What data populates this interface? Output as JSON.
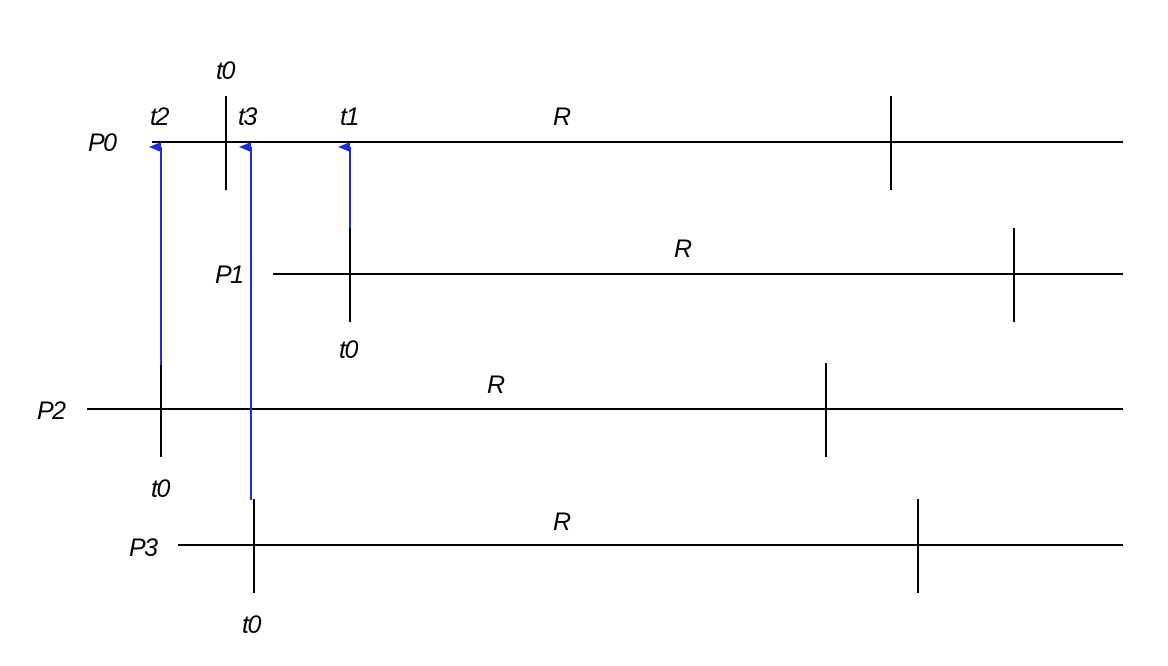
{
  "colors": {
    "line": "#000000",
    "message": "#1f2bd6",
    "background": "#ffffff"
  },
  "processes": [
    {
      "id": "p0",
      "label": "P0",
      "region_label": "R",
      "ticks": [
        {
          "id": "t0-tick",
          "label": "t0"
        },
        {
          "id": "end-tick",
          "label": ""
        }
      ]
    },
    {
      "id": "p1",
      "label": "P1",
      "region_label": "R",
      "ticks": [
        {
          "id": "t0-tick",
          "label": "t0"
        },
        {
          "id": "end-tick",
          "label": ""
        }
      ]
    },
    {
      "id": "p2",
      "label": "P2",
      "region_label": "R",
      "ticks": [
        {
          "id": "t0-tick",
          "label": "t0"
        },
        {
          "id": "end-tick",
          "label": ""
        }
      ]
    },
    {
      "id": "p3",
      "label": "P3",
      "region_label": "R",
      "ticks": [
        {
          "id": "t0-tick",
          "label": "t0"
        },
        {
          "id": "end-tick",
          "label": ""
        }
      ]
    }
  ],
  "messages": [
    {
      "id": "msg-p2-to-p0",
      "from": "P2",
      "to": "P0",
      "receive_label": "t2"
    },
    {
      "id": "msg-p3-to-p0",
      "from": "P3",
      "to": "P0",
      "receive_label": "t3"
    },
    {
      "id": "msg-p1-to-p0",
      "from": "P1",
      "to": "P0",
      "receive_label": "t1"
    }
  ]
}
